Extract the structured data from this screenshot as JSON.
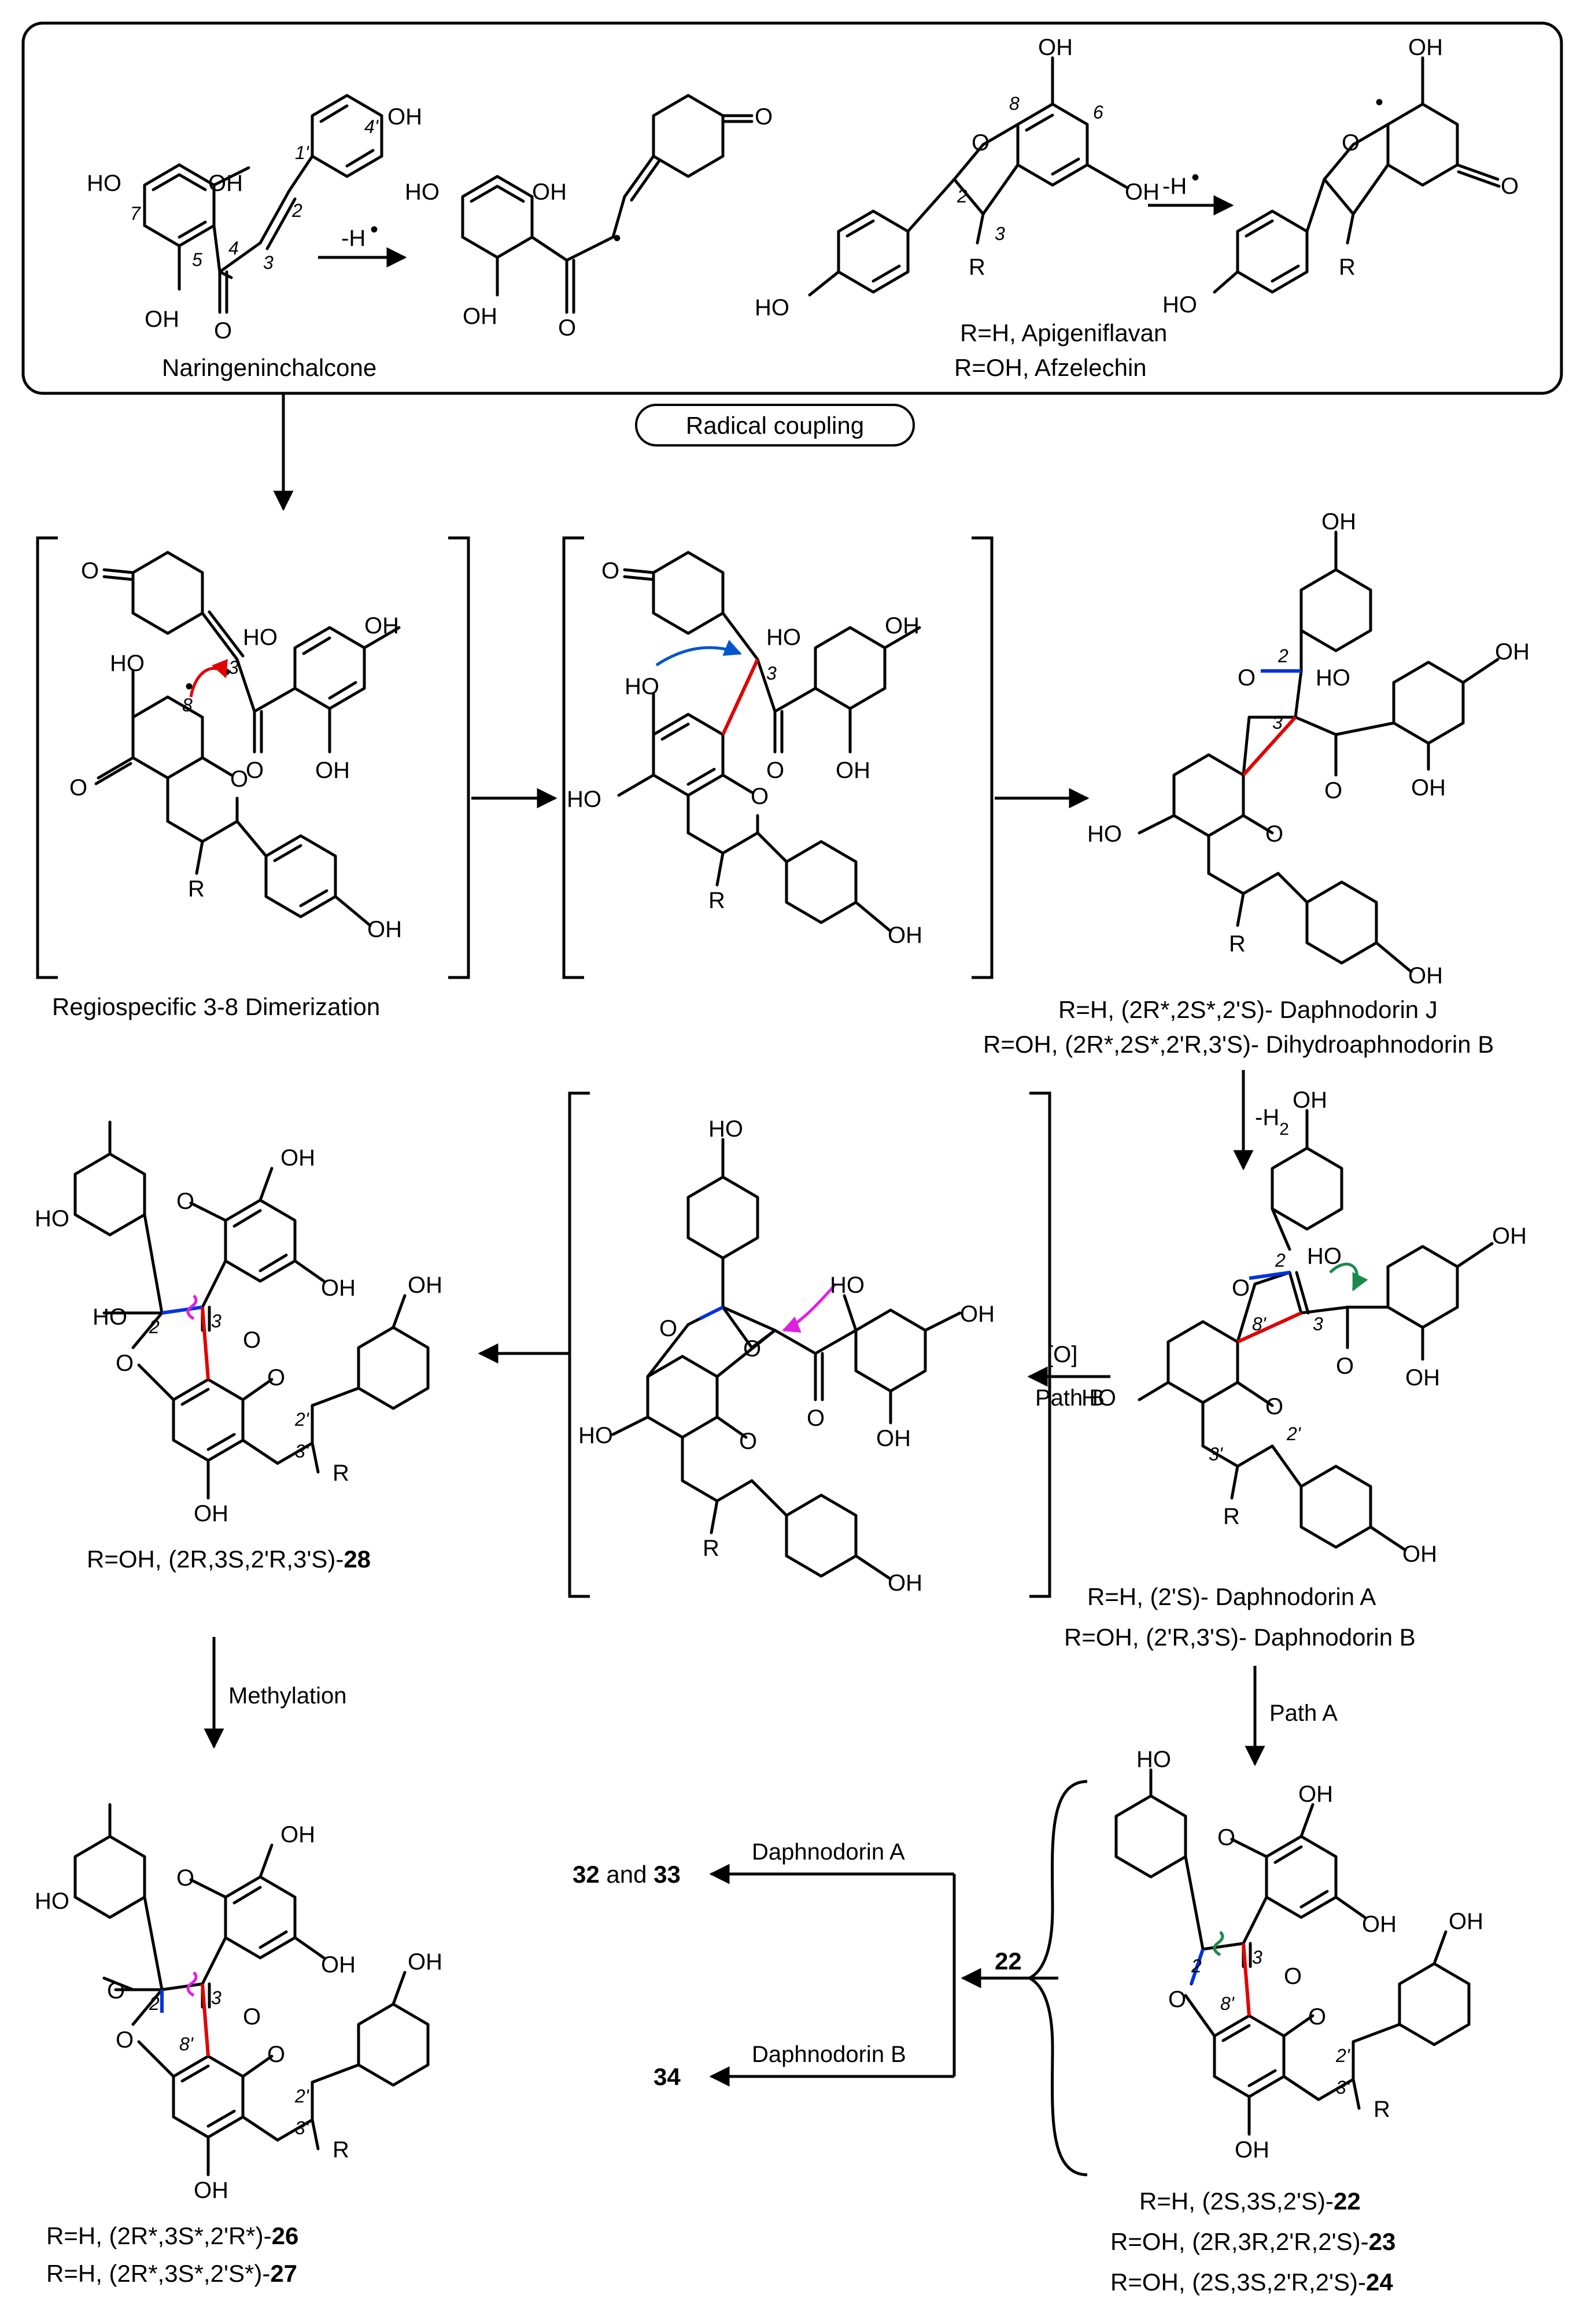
{
  "labels": {
    "naringenin": "Naringeninchalcone",
    "minus_h1": "-H",
    "minus_h2": "-H",
    "r_h_apigeniflavan": "R=H, Apigeniflavan",
    "r_oh_afzelechin": "R=OH, Afzelechin",
    "radical_coupling": "Radical coupling",
    "regiospecific": "Regiospecific 3-8 Dimerization",
    "daphnodorin_j": "R=H, (2R*,2S*,2'S)- Daphnodorin J",
    "dihydroaphnodorin_b": "R=OH, (2R*,2S*,2'R,3'S)- Dihydroaphnodorin B",
    "minus_h2_step": "-H",
    "minus_h2_sub": "2",
    "oxidation": "[O]",
    "path_b": "Path B",
    "path_a": "Path A",
    "daphnodorin_a_line": "R=H, (2'S)- Daphnodorin A",
    "daphnodorin_b_line": "R=OH, (2'R,3'S)- Daphnodorin B",
    "cmpd28_prefix": "R=OH, (2R,3S,2'R,3'S)-",
    "cmpd28_num": "28",
    "methylation": "Methylation",
    "cmpd26_prefix": "R=H, (2R*,3S*,2'R*)-",
    "cmpd26_num": "26",
    "cmpd27_prefix": "R=H, (2R*,3S*,2'S*)-",
    "cmpd27_num": "27",
    "daphnodorin_a_arrow": "Daphnodorin A",
    "daphnodorin_b_arrow": "Daphnodorin B",
    "out_32": "32",
    "out_and": " and ",
    "out_33": "33",
    "out_34": "34",
    "mid_22": "22",
    "cmpd22_prefix": "R=H, (2S,3S,2'S)-",
    "cmpd22_num": "22",
    "cmpd23_prefix": "R=OH, (2R,3R,2'R,2'S)-",
    "cmpd23_num": "23",
    "cmpd24_prefix": "R=OH, (2S,3S,2'R,2'S)-",
    "cmpd24_num": "24"
  },
  "atoms": {
    "ho": "HO",
    "oh": "OH",
    "o": "O",
    "r": "R"
  },
  "colors": {
    "new_bond_red": "#e00000",
    "new_bond_blue": "#0033dd",
    "curved_arrow_red": "#e00000",
    "curved_arrow_blue": "#0055cc",
    "curved_arrow_magenta": "#e020e0",
    "curved_arrow_green": "#1a8a4a"
  }
}
